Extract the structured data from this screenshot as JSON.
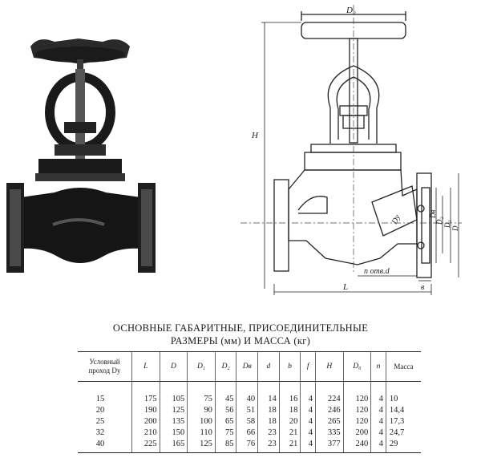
{
  "caption": {
    "line1": "ОСНОВНЫЕ ГАБАРИТНЫЕ, ПРИСОЕДИНИТЕЛЬНЫЕ",
    "line2": "РАЗМЕРЫ (мм) И МАССА (кг)"
  },
  "drawing_labels": {
    "d0": "D₀",
    "h": "H",
    "dy": "Dy",
    "d2": "D₂",
    "d1": "D₁",
    "d": "D",
    "db": "Dв",
    "bolt": "n отв.d",
    "b": "в",
    "l": "L"
  },
  "table": {
    "header_line1": "Условный",
    "header_line2": "проход Dy",
    "columns": [
      "L",
      "D",
      "D₁",
      "D₂",
      "Dв",
      "d",
      "b",
      "f",
      "H",
      "D₀",
      "n"
    ],
    "mass_header": "Масса",
    "rows": [
      [
        "15",
        "175",
        "105",
        "75",
        "45",
        "40",
        "14",
        "16",
        "4",
        "224",
        "120",
        "4",
        "10"
      ],
      [
        "20",
        "190",
        "125",
        "90",
        "56",
        "51",
        "18",
        "18",
        "4",
        "246",
        "120",
        "4",
        "14,4"
      ],
      [
        "25",
        "200",
        "135",
        "100",
        "65",
        "58",
        "18",
        "20",
        "4",
        "265",
        "120",
        "4",
        "17,3"
      ],
      [
        "32",
        "210",
        "150",
        "110",
        "75",
        "66",
        "23",
        "21",
        "4",
        "335",
        "200",
        "4",
        "24,7"
      ],
      [
        "40",
        "225",
        "165",
        "125",
        "85",
        "76",
        "23",
        "21",
        "4",
        "377",
        "240",
        "4",
        "29"
      ]
    ]
  }
}
